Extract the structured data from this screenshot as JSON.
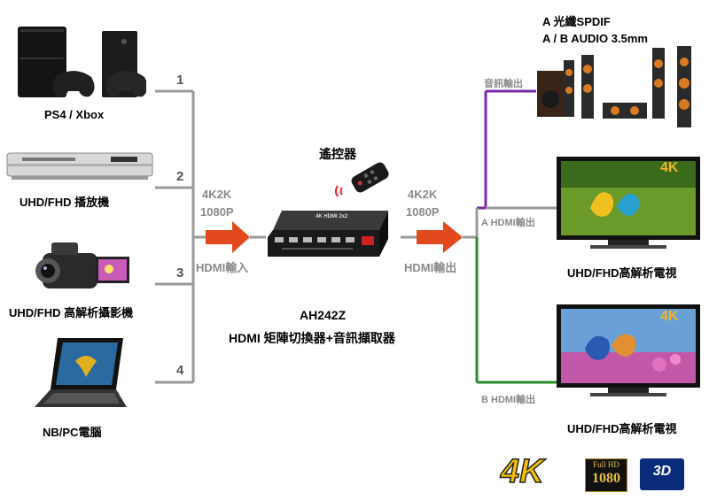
{
  "sources": [
    {
      "label": "PS4 / Xbox",
      "port": "1"
    },
    {
      "label": "UHD/FHD 播放機",
      "port": "2"
    },
    {
      "label": "UHD/FHD 高解析攝影機",
      "port": "3"
    },
    {
      "label": "NB/PC電腦",
      "port": "4"
    }
  ],
  "input": {
    "res1": "4K2K",
    "res2": "1080P",
    "label": "HDMI輸入"
  },
  "output": {
    "res1": "4K2K",
    "res2": "1080P",
    "label": "HDMI輸出"
  },
  "remote": {
    "label": "遙控器"
  },
  "device": {
    "model": "AH242Z",
    "name": "HDMI 矩陣切換器+音訊擷取器",
    "panel_text": "4K HDMI 2x2"
  },
  "audio": {
    "line1": "A 光纖SPDIF",
    "line2": "A / B AUDIO 3.5mm",
    "out_label": "音訊輸出"
  },
  "outputs": [
    {
      "port_label": "A  HDMI輸出",
      "display": "UHD/FHD高解析電視",
      "badge": "4K"
    },
    {
      "port_label": "B  HDMI輸出",
      "display": "UHD/FHD高解析電視",
      "badge": "4K"
    }
  ],
  "logos": {
    "k4": "4K",
    "fullhd_top": "Full HD",
    "fullhd_bottom": "1080",
    "d3": "3D"
  },
  "colors": {
    "wire": "#9a9a9a",
    "audio": "#7a2aa8",
    "outB": "#2a8a2a",
    "arrow": "#e24a1e"
  }
}
